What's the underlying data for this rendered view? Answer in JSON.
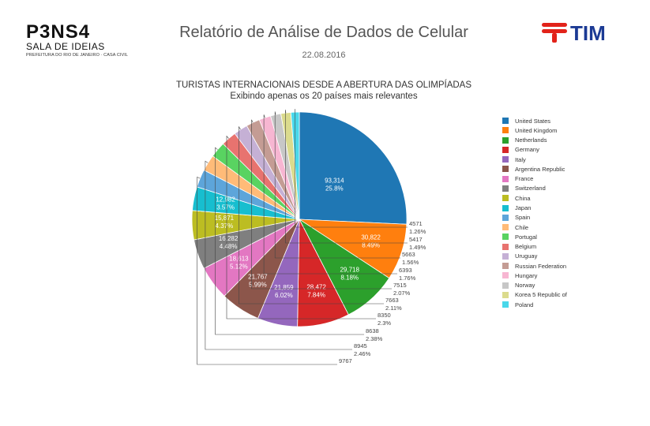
{
  "branding": {
    "left_logo_line1": "P3NS4",
    "left_logo_line2": "SALA DE IDEIAS",
    "left_logo_line3": "PREFEITURA DO RIO DE JANEIRO · CASA CIVIL",
    "right_logo_text": "TIM",
    "right_logo_color": "#1b3a94",
    "right_logo_accent": "#e2231a"
  },
  "header": {
    "title": "Relatório de Análise de Dados de Celular",
    "date": "22.08.2016"
  },
  "chart_data": {
    "type": "pie",
    "title": "TURISTAS INTERNACIONAIS DESDE A ABERTURA DAS OLIMPÍADAS",
    "subtitle": "Exibindo apenas os 20 países mais relevantes",
    "slices": [
      {
        "label": "United States",
        "value": 93314,
        "value_text": "93,314",
        "percent": "25.8%",
        "color": "#1f77b4"
      },
      {
        "label": "United Kingdom",
        "value": 30822,
        "value_text": "30,822",
        "percent": "8.49%",
        "color": "#ff7f0e"
      },
      {
        "label": "Netherlands",
        "value": 29718,
        "value_text": "29,718",
        "percent": "8.18%",
        "color": "#2ca02c"
      },
      {
        "label": "Germany",
        "value": 28472,
        "value_text": "28,472",
        "percent": "7.84%",
        "color": "#d62728"
      },
      {
        "label": "Italy",
        "value": 21859,
        "value_text": "21,859",
        "percent": "6.02%",
        "color": "#9467bd"
      },
      {
        "label": "Argentina Republic",
        "value": 21767,
        "value_text": "21,767",
        "percent": "5.99%",
        "color": "#8c564b"
      },
      {
        "label": "France",
        "value": 18613,
        "value_text": "18,613",
        "percent": "5.12%",
        "color": "#e377c2"
      },
      {
        "label": "Switzerland",
        "value": 16282,
        "value_text": "16,282",
        "percent": "4.48%",
        "color": "#7f7f7f"
      },
      {
        "label": "China",
        "value": 15871,
        "value_text": "15,871",
        "percent": "4.37%",
        "color": "#bcbd22"
      },
      {
        "label": "Japan",
        "value": 12982,
        "value_text": "12,982",
        "percent": "3.57%",
        "color": "#17becf"
      },
      {
        "label": "Spain",
        "value": 9767,
        "value_text": "9767",
        "percent": "",
        "color": "#5da5da"
      },
      {
        "label": "Chile",
        "value": 8945,
        "value_text": "8945",
        "percent": "2.46%",
        "color": "#ffbb78"
      },
      {
        "label": "Portugal",
        "value": 8638,
        "value_text": "8638",
        "percent": "2.38%",
        "color": "#59d361"
      },
      {
        "label": "Belgium",
        "value": 8350,
        "value_text": "8350",
        "percent": "2.3%",
        "color": "#e8736f"
      },
      {
        "label": "Uruguay",
        "value": 7663,
        "value_text": "7663",
        "percent": "2.11%",
        "color": "#c5b0d5"
      },
      {
        "label": "Russian Federation",
        "value": 7515,
        "value_text": "7515",
        "percent": "2.07%",
        "color": "#c49c94"
      },
      {
        "label": "Hungary",
        "value": 6393,
        "value_text": "6393",
        "percent": "1.76%",
        "color": "#f7b6d2"
      },
      {
        "label": "Norway",
        "value": 5663,
        "value_text": "5663",
        "percent": "1.56%",
        "color": "#c7c7c7"
      },
      {
        "label": "Korea 5 Republic of",
        "value": 5417,
        "value_text": "5417",
        "percent": "1.49%",
        "color": "#dbdb8d"
      },
      {
        "label": "Poland",
        "value": 4571,
        "value_text": "4571",
        "percent": "1.26%",
        "color": "#49d8ea"
      }
    ],
    "legend_position": "right"
  }
}
